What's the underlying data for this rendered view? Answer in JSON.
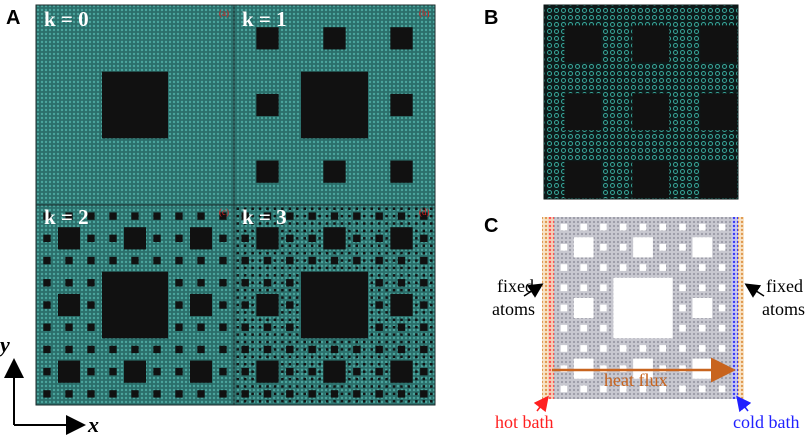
{
  "panel_letters": {
    "a": "A",
    "b": "B",
    "c": "C"
  },
  "panel_a": {
    "levels": [
      {
        "k_text": "k = 0",
        "sublabel": "(a)",
        "level": 0
      },
      {
        "k_text": "k = 1",
        "sublabel": "(b)",
        "level": 1
      },
      {
        "k_text": "k = 2",
        "sublabel": "(c)",
        "level": 2
      },
      {
        "k_text": "k = 3",
        "sublabel": "(d)",
        "level": 3
      }
    ]
  },
  "panel_c": {
    "fixed_left": [
      "fixed",
      "atoms"
    ],
    "fixed_right": [
      "fixed",
      "atoms"
    ],
    "heat_flux": "heat flux",
    "hot_bath": "hot bath",
    "cold_bath": "cold bath"
  },
  "axes": {
    "x": "x",
    "y": "y"
  },
  "colors": {
    "lattice": "#2f7d78",
    "lattice_light": "#3a9a92",
    "hole": "#111111",
    "hot": "#ff2a2a",
    "cold": "#2a2aff",
    "fixed": "#e0a060",
    "flux_arrow": "#c8641e",
    "c_lattice": "#bcbcc4"
  }
}
